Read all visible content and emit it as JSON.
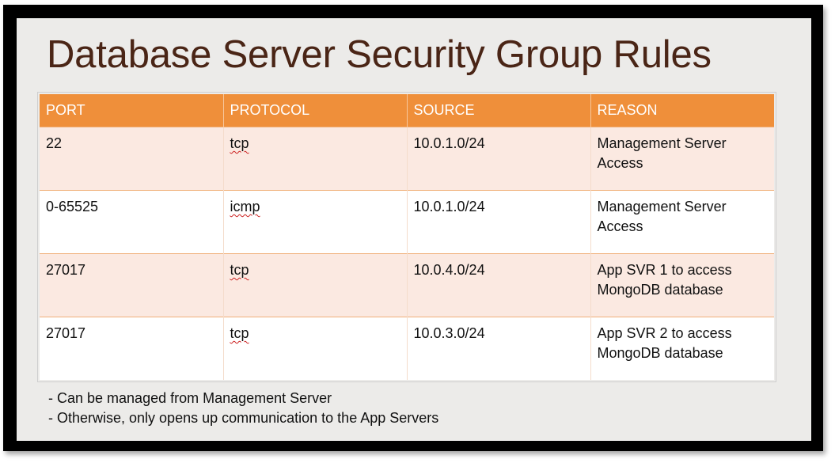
{
  "slide": {
    "title": "Database Server Security Group Rules",
    "table": {
      "headers": [
        "PORT",
        "PROTOCOL",
        "SOURCE",
        "REASON"
      ],
      "rows": [
        [
          "22",
          "tcp",
          "10.0.1.0/24",
          "Management Server Access"
        ],
        [
          "0-65525",
          "icmp",
          "10.0.1.0/24",
          "Management Server Access"
        ],
        [
          "27017",
          "tcp",
          "10.0.4.0/24",
          "App SVR 1 to access MongoDB database"
        ],
        [
          "27017",
          "tcp",
          "10.0.3.0/24",
          "App SVR 2 to access MongoDB database"
        ]
      ]
    },
    "notes": [
      "- Can be managed from Management Server",
      "- Otherwise, only opens up communication to the App Servers"
    ]
  },
  "colors": {
    "title": "#4a2516",
    "header_bg": "#ef8f3a",
    "row_odd": "#fbe9e1",
    "row_even": "#ffffff",
    "slide_bg": "#ecebe9"
  }
}
